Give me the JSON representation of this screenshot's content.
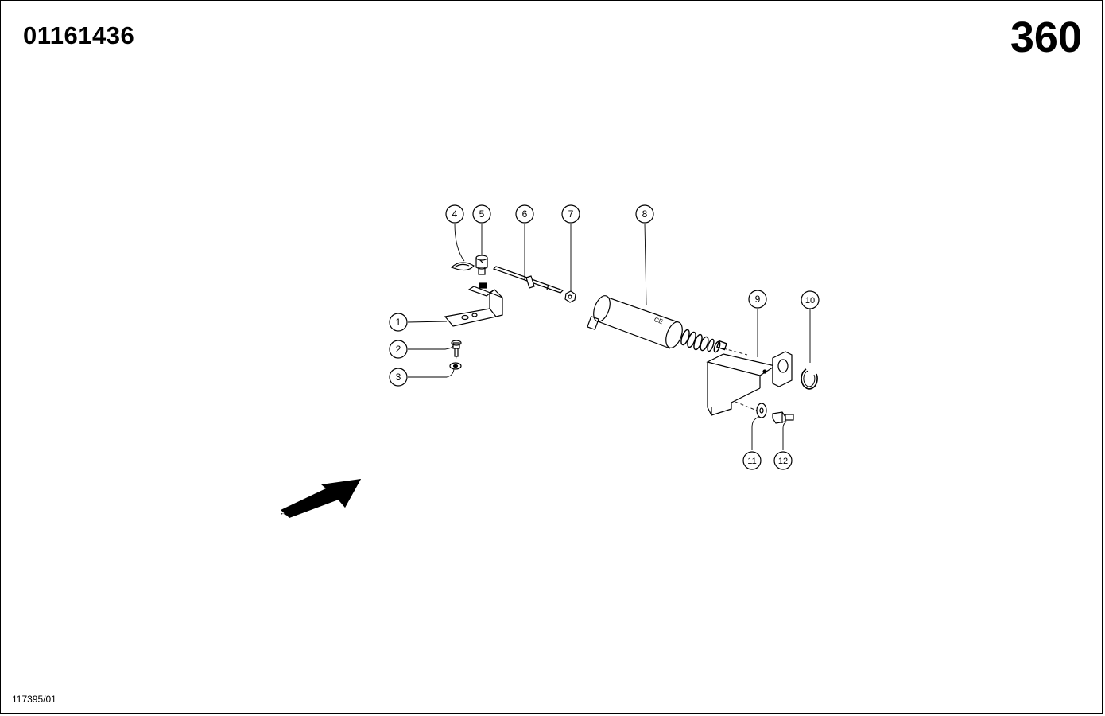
{
  "header": {
    "doc_number": "01161436",
    "page_number": "360"
  },
  "footer": {
    "figure_ref": "117395/01"
  },
  "callouts": [
    "1",
    "2",
    "3",
    "4",
    "5",
    "6",
    "7",
    "8",
    "9",
    "10",
    "11",
    "12"
  ],
  "colors": {
    "line": "#000000",
    "background": "#ffffff"
  },
  "icons": {
    "direction_arrow": "arrow-icon"
  }
}
